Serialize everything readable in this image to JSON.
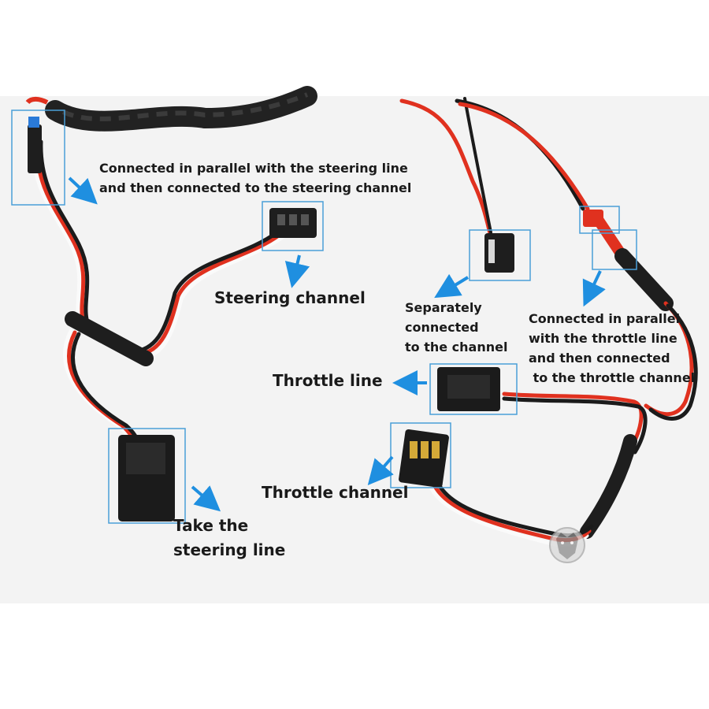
{
  "colors": {
    "highlight_box": "#4a9fd8",
    "arrow": "#1f8fe0",
    "wire_red": "#e0311f",
    "wire_black": "#1b1b1b",
    "wire_white": "#fafafa",
    "connector": "#1e1e1e"
  },
  "labels": {
    "parallel_steering": [
      "Connected in parallel with the steering line",
      "and then connected to the steering channel"
    ],
    "steering_channel": "Steering channel",
    "separately_connected": [
      "Separately",
      "connected",
      "to the channel"
    ],
    "parallel_throttle": [
      "Connected in parallel",
      "with the throttle line",
      "and then connected",
      " to the throttle channel"
    ],
    "throttle_line": "Throttle line",
    "throttle_channel": "Throttle channel",
    "take_steering": [
      "Take the",
      "steering line"
    ]
  },
  "icons": {
    "watermark": "lion-head-watermark-icon"
  }
}
